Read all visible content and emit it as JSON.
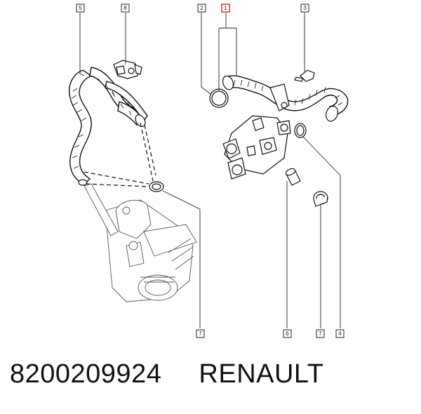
{
  "callouts": {
    "c5": "5",
    "c8": "8",
    "c2": "2",
    "c1": "1",
    "c3": "3",
    "c7a": "7",
    "c6": "6",
    "c7b": "7",
    "c4": "4"
  },
  "caption": {
    "part_number": "8200209924",
    "brand": "RENAULT"
  },
  "colors": {
    "line": "#111111",
    "highlight": "#dd2222"
  }
}
